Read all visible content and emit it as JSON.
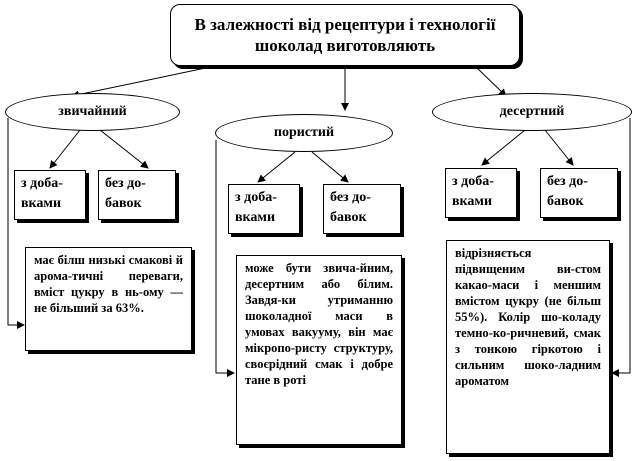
{
  "title": "В залежності від рецептури і технології шоколад виготовляють",
  "categories": [
    {
      "name": "звичайний",
      "sub": [
        "з доба-вками",
        "без до-бавок"
      ],
      "description": "має білш низькі смакові й арома-тичні переваги, вміст цукру в нь-ому — не більший за 63%."
    },
    {
      "name": "пористий",
      "sub": [
        "з доба-вками",
        "без до-бавок"
      ],
      "description": "може бути звича-йним, десертним або білим. Завдя-ки утриманню шоколадної маси в умовах вакууму, він має мікропо-ристу структуру, своєрідний смак і добре тане в роті"
    },
    {
      "name": "десертний",
      "sub": [
        "з доба-вками",
        "без до-бавок"
      ],
      "description": "відрізняється підвищеним ви-стом какао-маси і меншим вмістом цукру (не більш 55%). Колір шо-коладу темно-ко-ричневий, смак з тонкою гіркотою і сильним шоко-ладним ароматом"
    }
  ]
}
